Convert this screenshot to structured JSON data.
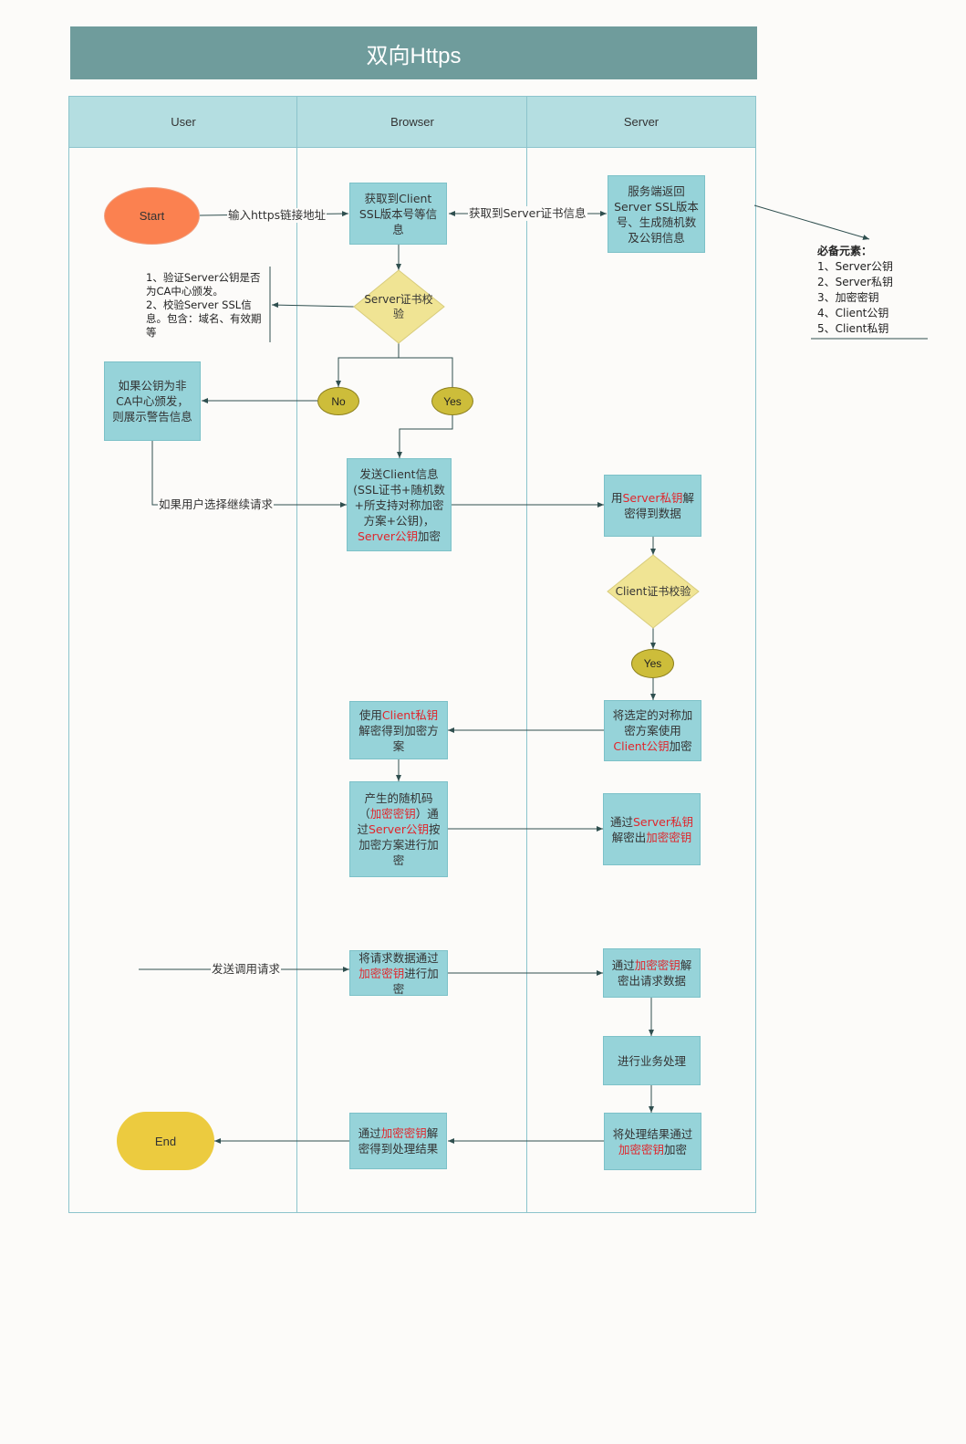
{
  "title": "双向Https",
  "lanes": [
    "User",
    "Browser",
    "Server"
  ],
  "colors": {
    "title_bg": "#6f9c9c",
    "lane_head": "#b4dee1",
    "box": "#96d3d9",
    "start": "#fb8150",
    "end": "#eccb3f",
    "diamond": "#f0e494",
    "highlight": "#e0262c"
  },
  "nodes": {
    "start": "Start",
    "end": "End",
    "get_client_ssl": "获取到Client SSL版本号等信息",
    "server_return": "服务端返回Server SSL版本号、生成随机数及公钥信息",
    "server_cert_check": "Server证书校验",
    "warn": "如果公钥为非CA中心颁发，则展示警告信息",
    "no": "No",
    "yes": "Yes",
    "send_client_info": {
      "a": "发送Client信息(SSL证书+随机数+所支持对称加密方案+公钥)，",
      "b": "Server公钥",
      "c": "加密"
    },
    "server_decrypt": {
      "a": "用",
      "b": "Server私钥",
      "c": "解密得到数据"
    },
    "client_cert_check": "Client证书校验",
    "yes2": "Yes",
    "encrypt_scheme": {
      "a": "将选定的对称加密方案使用",
      "b": "Client公钥",
      "c": "加密"
    },
    "client_decrypt": {
      "a": "使用",
      "b": "Client私钥",
      "c": "解密得到加密方案"
    },
    "gen_random": {
      "a": "产生的随机码（",
      "b": "加密密钥",
      "c": "）通过",
      "d": "Server公钥",
      "e": "按加密方案进行加密"
    },
    "server_get_key": {
      "a": "通过",
      "b": "Server私钥",
      "c": "解密出",
      "d": "加密密钥"
    },
    "encrypt_request": {
      "a": "将请求数据通过",
      "b": "加密密钥",
      "c": "进行加密"
    },
    "decrypt_request": {
      "a": "通过",
      "b": "加密密钥",
      "c": "解密出请求数据"
    },
    "business": "进行业务处理",
    "encrypt_result": {
      "a": "将处理结果通过",
      "b": "加密密钥",
      "c": "加密"
    },
    "decrypt_result": {
      "a": "通过",
      "b": "加密密钥",
      "c": "解密得到处理结果"
    }
  },
  "edge_labels": {
    "input_url": "输入https链接地址",
    "get_server_cert": "获取到Server证书信息",
    "continue": "如果用户选择继续请求",
    "send_call": "发送调用请求"
  },
  "notes": {
    "verify": [
      "1、验证Server公钥是否为CA中心颁发。",
      "2、校验Server SSL信息。包含：域名、有效期等"
    ],
    "required_title": "必备元素：",
    "required_items": [
      "1、Server公钥",
      "2、Server私钥",
      "3、加密密钥",
      "4、Client公钥",
      "5、Client私钥"
    ]
  }
}
